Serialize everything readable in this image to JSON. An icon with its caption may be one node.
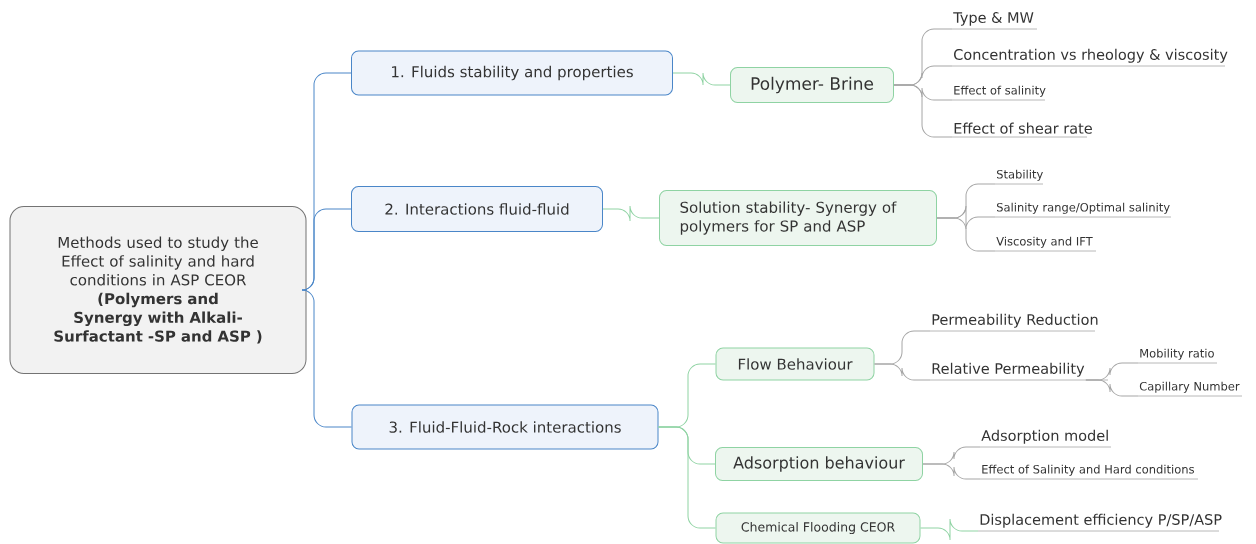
{
  "diagram": {
    "nodes": [
      {
        "text": [
          "Methods used to study the Effect of salinity and hard conditions in ASP CEOR",
          "(Polymers and Synergy with Alkali-Surfactant -SP and ASP )"
        ]
      },
      {
        "text": [
          "1. Fluids stability and properties"
        ]
      },
      {
        "text": [
          "2. Interactions fluid-fluid"
        ]
      },
      {
        "text": [
          "3. Fluid-Fluid-Rock interactions"
        ]
      },
      {
        "text": [
          "Polymer- Brine"
        ]
      },
      {
        "text": [
          "Type & MW"
        ]
      },
      {
        "text": [
          "Concentration vs rheology & viscosity"
        ]
      },
      {
        "text": [
          "Effect of salinity"
        ]
      },
      {
        "text": [
          "Effect of shear rate"
        ]
      },
      {
        "text": [
          "Solution stability- Synergy of polymers for SP and ASP"
        ]
      },
      {
        "text": [
          "Stability"
        ]
      },
      {
        "text": [
          "Salinity range/Optimal salinity"
        ]
      },
      {
        "text": [
          "Viscosity and IFT"
        ]
      },
      {
        "text": [
          "Flow Behaviour"
        ]
      },
      {
        "text": [
          "Permeability Reduction"
        ]
      },
      {
        "text": [
          "Relative Permeability"
        ]
      },
      {
        "text": [
          "Mobility ratio"
        ]
      },
      {
        "text": [
          "Capillary Number"
        ]
      },
      {
        "text": [
          "Adsorption behaviour"
        ]
      },
      {
        "text": [
          "Adsorption model"
        ]
      },
      {
        "text": [
          "Effect of Salinity and Hard conditions"
        ]
      },
      {
        "text": [
          "Chemical Flooding CEOR"
        ]
      },
      {
        "text": [
          "Displacement efficiency P/SP/ASP"
        ]
      }
    ],
    "edges": [
      {
        "from": 0,
        "to": 1,
        "arrow": "none",
        "color": "#4a86c8"
      },
      {
        "from": 0,
        "to": 2,
        "arrow": "none",
        "color": "#4a86c8"
      },
      {
        "from": 0,
        "to": 3,
        "arrow": "none",
        "color": "#4a86c8"
      },
      {
        "from": 1,
        "to": 4,
        "arrow": "none",
        "color": "#8fd3a3"
      },
      {
        "from": 4,
        "to": 5,
        "arrow": "none"
      },
      {
        "from": 4,
        "to": 6,
        "arrow": "none"
      },
      {
        "from": 4,
        "to": 7,
        "arrow": "none"
      },
      {
        "from": 4,
        "to": 8,
        "arrow": "none"
      },
      {
        "from": 2,
        "to": 9,
        "arrow": "none",
        "color": "#8fd3a3"
      },
      {
        "from": 9,
        "to": 10,
        "arrow": "none"
      },
      {
        "from": 9,
        "to": 11,
        "arrow": "none"
      },
      {
        "from": 9,
        "to": 12,
        "arrow": "none"
      },
      {
        "from": 3,
        "to": 13,
        "arrow": "none",
        "color": "#8fd3a3"
      },
      {
        "from": 13,
        "to": 14,
        "arrow": "none"
      },
      {
        "from": 13,
        "to": 15,
        "arrow": "none"
      },
      {
        "from": 15,
        "to": 16,
        "arrow": "none"
      },
      {
        "from": 15,
        "to": 17,
        "arrow": "none"
      },
      {
        "from": 3,
        "to": 18,
        "arrow": "none",
        "color": "#8fd3a3"
      },
      {
        "from": 18,
        "to": 19,
        "arrow": "none"
      },
      {
        "from": 18,
        "to": 20,
        "arrow": "none"
      },
      {
        "from": 3,
        "to": 21,
        "arrow": "none",
        "color": "#8fd3a3"
      },
      {
        "from": 21,
        "to": 22,
        "arrow": "none",
        "color": "#8fd3a3"
      }
    ]
  }
}
